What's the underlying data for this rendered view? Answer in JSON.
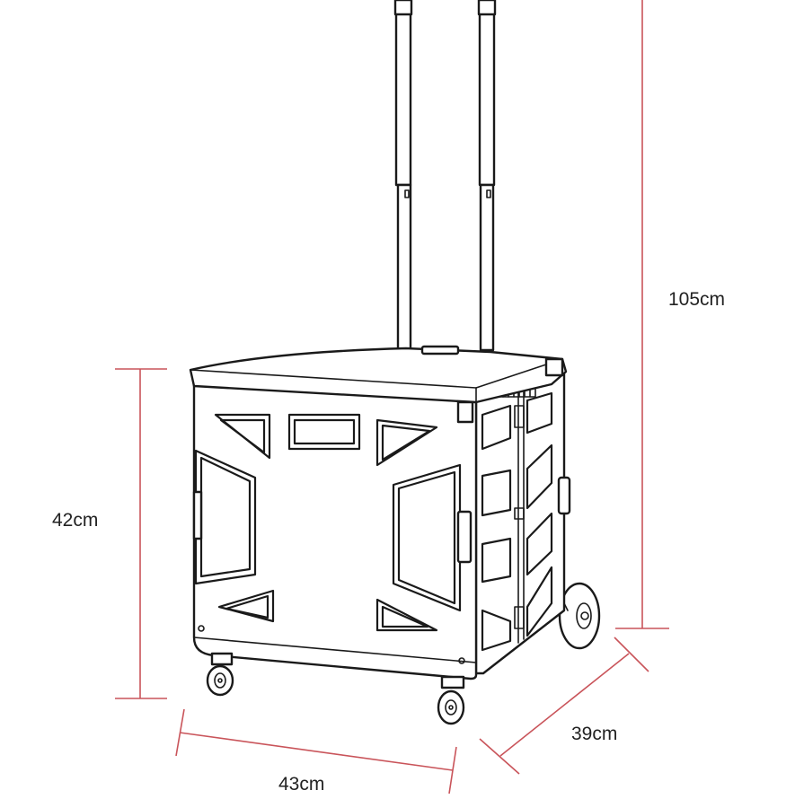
{
  "dimensions": {
    "height_total": "105cm",
    "height_box": "42cm",
    "width": "43cm",
    "depth": "39cm"
  },
  "colors": {
    "dimension_line": "#c9545a",
    "outline": "#1a1a1a",
    "background": "#ffffff"
  },
  "subject": {
    "icon": "folding-shopping-cart-icon"
  }
}
